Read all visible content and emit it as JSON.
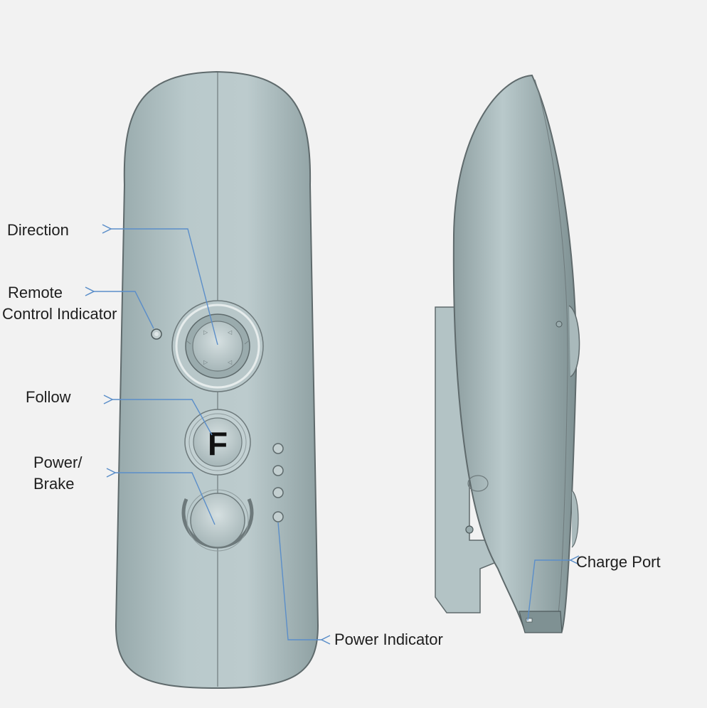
{
  "diagram": {
    "subject": "Remote control — front and side views",
    "colors": {
      "background": "#f2f2f2",
      "body": "#b4c4c6",
      "outline": "#6b7577",
      "leader_line": "#5b8ec9",
      "text": "#1e1e1e"
    },
    "labels": {
      "direction": "Direction",
      "remote_control_indicator_line1": "Remote",
      "remote_control_indicator_line2": "Control Indicator",
      "follow": "Follow",
      "power_brake_line1": "Power/",
      "power_brake_line2": "Brake",
      "power_indicator": "Power Indicator",
      "charge_port": "Charge Port"
    },
    "follow_button_glyph": "F"
  }
}
